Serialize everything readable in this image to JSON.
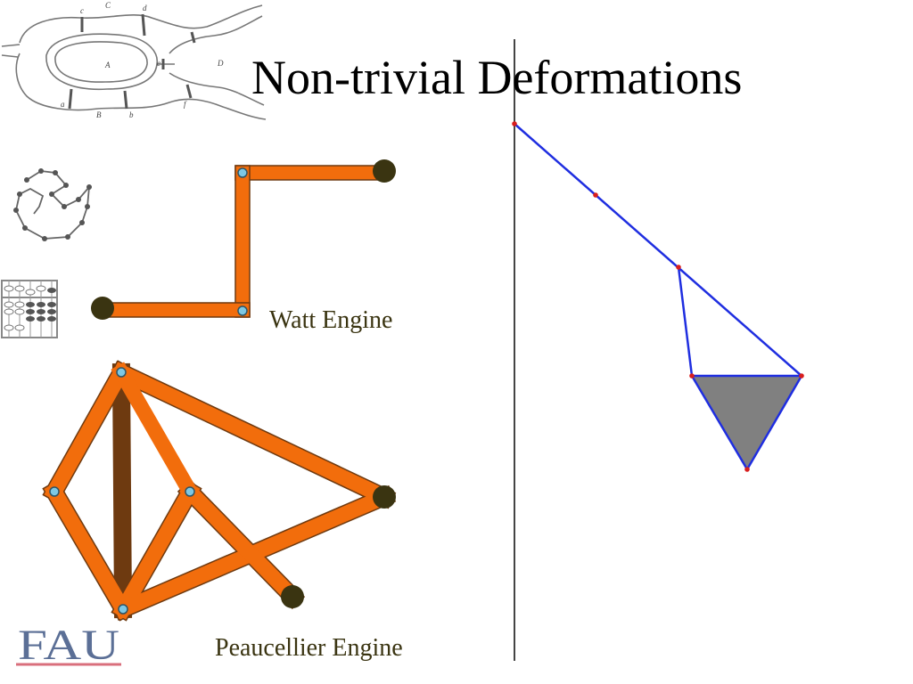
{
  "slide": {
    "title": "Non-trivial Deformations",
    "watt_caption": "Watt Engine",
    "peaucellier_caption": "Peaucellier Engine",
    "logo_text": "FAU",
    "sketch_labels": [
      "C",
      "c",
      "d",
      "A",
      "e",
      "D",
      "a",
      "B",
      "b",
      "f"
    ]
  },
  "colors": {
    "bar_fill": "#f26d0c",
    "bar_outline": "#6e3a10",
    "joint_fill": "#7ec8e3",
    "anchor_fill": "#3a3411",
    "caption_text": "#3a3411",
    "divider": "#444444",
    "linkage_line": "#1f2ee0",
    "vertex_dot": "#d81e1e",
    "triangle_fill": "#808080",
    "logo_blue": "#5b6f96",
    "logo_red": "#d96f7c"
  },
  "icons": [
    "konigsberg-bridges-sketch",
    "polygon-chain-icon",
    "abacus-icon",
    "fau-logo"
  ]
}
